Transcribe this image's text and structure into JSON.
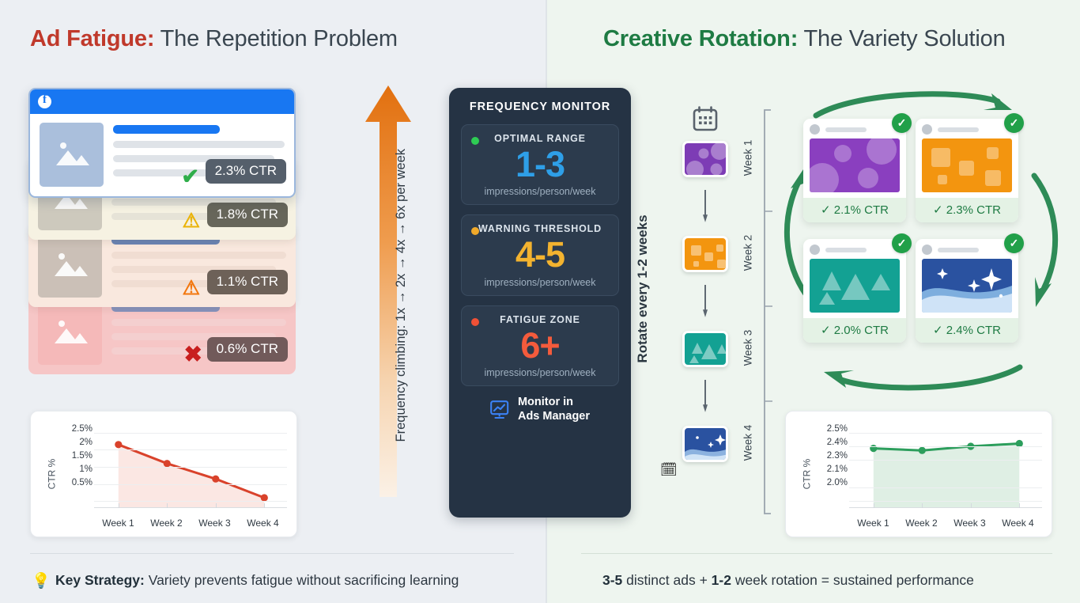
{
  "left": {
    "title_accent": "Ad Fatigue:",
    "title_rest": " The Repetition Problem",
    "ad_cards": [
      {
        "ctr": "2.3% CTR",
        "status_icon": "check-icon",
        "status_glyph": "✔",
        "image_icon": "image-placeholder-icon"
      },
      {
        "ctr": "1.8% CTR",
        "status_icon": "warning-triangle-icon",
        "status_glyph": "⚠",
        "image_icon": "image-placeholder-icon"
      },
      {
        "ctr": "1.1% CTR",
        "status_icon": "warning-triangle-icon",
        "status_glyph": "⚠",
        "image_icon": "image-placeholder-icon"
      },
      {
        "ctr": "0.6% CTR",
        "status_icon": "cross-icon",
        "status_glyph": "✖",
        "image_icon": "image-placeholder-icon"
      }
    ],
    "footer_bold": "Key Strategy:",
    "footer_rest": " Variety prevents fatigue without sacrificing learning",
    "footer_icon": "lightbulb-icon",
    "footer_emoji": "💡"
  },
  "right": {
    "title_accent": "Creative Rotation:",
    "title_rest": " The Variety Solution",
    "footer_text": "3-5 distinct ads + 1-2 week rotation = sustained performance",
    "footer_bold_1": "3-5",
    "footer_mid": " distinct ads + ",
    "footer_bold_2": "1-2",
    "footer_end": " week rotation = sustained performance"
  },
  "center": {
    "arrow_caption": "Frequency climbing: 1x → 2x → 4x → 6x per week",
    "arrow_icon": "up-arrow-icon"
  },
  "freq_monitor": {
    "title": "FREQUENCY MONITOR",
    "boxes": [
      {
        "label": "OPTIMAL RANGE",
        "value": "1-3",
        "unit": "impressions/person/week",
        "dot_color": "#2ecc54",
        "value_color": "#2e9fe8"
      },
      {
        "label": "WARNING THRESHOLD",
        "value": "4-5",
        "unit": "impressions/person/week",
        "dot_color": "#f0a92a",
        "value_color": "#f3b32f"
      },
      {
        "label": "FATIGUE ZONE",
        "value": "6+",
        "unit": "impressions/person/week",
        "dot_color": "#f05136",
        "value_color": "#f45b3c"
      }
    ],
    "cta_line1": "Monitor in",
    "cta_line2": "Ads Manager",
    "cta_icon": "chart-monitor-icon"
  },
  "timeline": {
    "calendar_icon": "calendar-icon",
    "rotate_caption": "Rotate every 1-2 weeks",
    "rotate_emoji": "🗓",
    "weeks": [
      {
        "label": "Week 1",
        "color": "#7d3cb5",
        "motif": "circles"
      },
      {
        "label": "Week 2",
        "color": "#f3950f",
        "motif": "squares"
      },
      {
        "label": "Week 3",
        "color": "#13a193",
        "motif": "triangles"
      },
      {
        "label": "Week 4",
        "color": "#2a52a0",
        "motif": "waves"
      }
    ]
  },
  "creative_grid": [
    {
      "ctr": "2.1% CTR",
      "check": "✓",
      "color": "#8a3fbf",
      "motif": "circles"
    },
    {
      "ctr": "2.3% CTR",
      "check": "✓",
      "color": "#f3950f",
      "motif": "squares"
    },
    {
      "ctr": "2.0% CTR",
      "check": "✓",
      "color": "#13a193",
      "motif": "triangles"
    },
    {
      "ctr": "2.4% CTR",
      "check": "✓",
      "color": "#2a52a0",
      "motif": "waves"
    }
  ],
  "colors": {
    "accent_red": "#c0392b",
    "accent_green": "#1e7b43",
    "facebook_blue": "#1877f2",
    "arrow_orange": "#e8761f",
    "panel_left_bg": "#eceff3",
    "panel_right_bg": "#eef5ef",
    "monitor_bg": "#253344"
  },
  "chart_data": [
    {
      "id": "left",
      "type": "line",
      "title": "",
      "xlabel": "",
      "ylabel": "CTR %",
      "categories": [
        "Week 1",
        "Week 2",
        "Week 3",
        "Week 4"
      ],
      "values": [
        2.15,
        1.6,
        1.15,
        0.6
      ],
      "yticks": [
        "2.5%",
        "2%",
        "1.5%",
        "1%",
        "0.5%"
      ],
      "ytick_values": [
        2.5,
        2.0,
        1.5,
        1.0,
        0.5
      ],
      "ylim": [
        0.3,
        2.7
      ],
      "grid": true,
      "legend": "none",
      "series_color": "#d9422b",
      "area_fill": "#fae3de"
    },
    {
      "id": "right",
      "type": "line",
      "title": "",
      "xlabel": "",
      "ylabel": "CTR %",
      "categories": [
        "Week 1",
        "Week 2",
        "Week 3",
        "Week 4"
      ],
      "values": [
        2.385,
        2.37,
        2.4,
        2.42
      ],
      "yticks": [
        "2.5%",
        "2.4%",
        "2.3%",
        "2.1%",
        "2.0%"
      ],
      "ytick_values": [
        2.5,
        2.4,
        2.3,
        2.1,
        2.0
      ],
      "ylim": [
        1.95,
        2.55
      ],
      "grid": true,
      "legend": "none",
      "series_color": "#2c9e5c",
      "area_fill": "#d9ecdf"
    }
  ]
}
